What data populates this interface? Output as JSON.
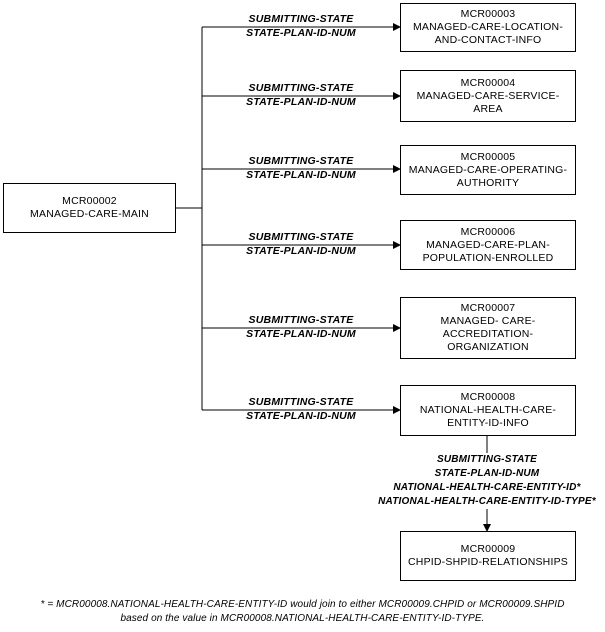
{
  "entities": {
    "main": {
      "code": "MCR00002",
      "name_lines": [
        "MANAGED-CARE-MAIN"
      ]
    },
    "e1": {
      "code": "MCR00003",
      "name_lines": [
        "MANAGED-CARE-LOCATION-",
        "AND-CONTACT-INFO"
      ]
    },
    "e2": {
      "code": "MCR00004",
      "name_lines": [
        "MANAGED-CARE-SERVICE-",
        "AREA"
      ]
    },
    "e3": {
      "code": "MCR00005",
      "name_lines": [
        "MANAGED-CARE-OPERATING-",
        "AUTHORITY"
      ]
    },
    "e4": {
      "code": "MCR00006",
      "name_lines": [
        "MANAGED-CARE-PLAN-",
        "POPULATION-ENROLLED"
      ]
    },
    "e5": {
      "code": "MCR00007",
      "name_lines": [
        "MANAGED- CARE-",
        "ACCREDITATION-",
        "ORGANIZATION"
      ]
    },
    "e6": {
      "code": "MCR00008",
      "name_lines": [
        "NATIONAL-HEALTH-CARE-",
        "ENTITY-ID-INFO"
      ]
    },
    "e7": {
      "code": "MCR00009",
      "name_lines": [
        "CHPID-SHPID-RELATIONSHIPS"
      ]
    }
  },
  "join_keys": {
    "k1": [
      "SUBMITTING-STATE",
      "STATE-PLAN-ID-NUM"
    ],
    "k2": [
      "SUBMITTING-STATE",
      "STATE-PLAN-ID-NUM"
    ],
    "k3": [
      "SUBMITTING-STATE",
      "STATE-PLAN-ID-NUM"
    ],
    "k4": [
      "SUBMITTING-STATE",
      "STATE-PLAN-ID-NUM"
    ],
    "k5": [
      "SUBMITTING-STATE",
      "STATE-PLAN-ID-NUM"
    ],
    "k6": [
      "SUBMITTING-STATE",
      "STATE-PLAN-ID-NUM"
    ],
    "k7": [
      "SUBMITTING-STATE",
      "STATE-PLAN-ID-NUM",
      "NATIONAL-HEALTH-CARE-ENTITY-ID*",
      "NATIONAL-HEALTH-CARE-ENTITY-ID-TYPE*"
    ]
  },
  "footnote": {
    "line1": "* = MCR00008.NATIONAL-HEALTH-CARE-ENTITY-ID would join to either MCR00009.CHPID or MCR00009.SHPID",
    "line2": "based on the value in MCR00008.NATIONAL-HEALTH-CARE-ENTITY-ID-TYPE."
  }
}
